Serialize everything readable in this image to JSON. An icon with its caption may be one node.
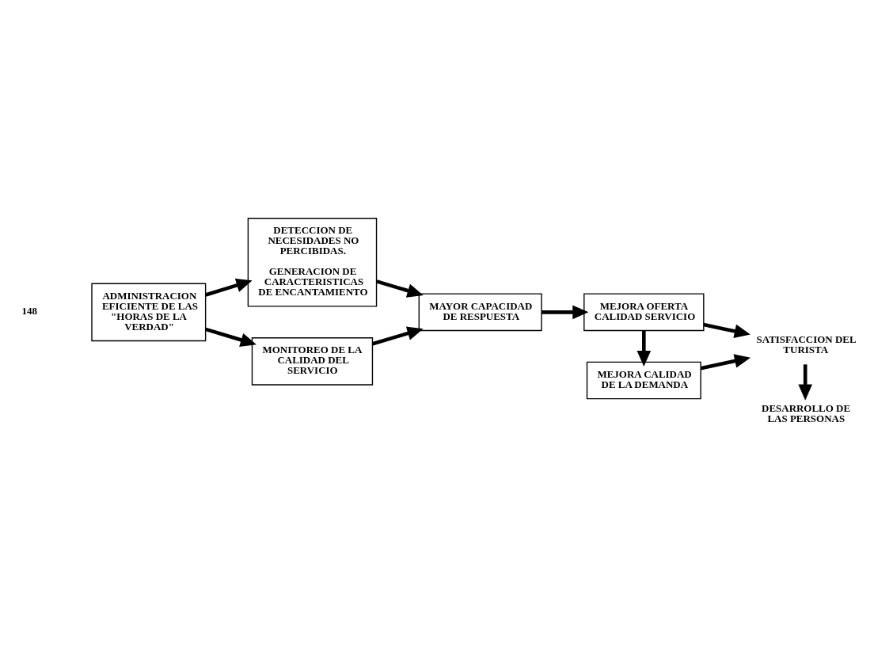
{
  "diagram": {
    "nodes": [
      {
        "text": [
          "ADMINISTRACION EFICIENTE DE LAS \"HORAS DE LA VERDAD\""
        ]
      },
      {
        "text": [
          "DETECCION DE NECESIDADES NO PERCIBIDAS.",
          "GENERACION DE CARACTERISTICAS DE ENCANTAMIENTO"
        ]
      },
      {
        "text": [
          "MONITOREO DE LA CALIDAD DEL SERVICIO"
        ]
      },
      {
        "text": [
          "MAYOR CAPACIDAD DE RESPUESTA"
        ]
      },
      {
        "text": [
          "MEJORA OFERTA CALIDAD SERVICIO"
        ]
      },
      {
        "text": [
          "MEJORA CALIDAD DE LA DEMANDA"
        ]
      },
      {
        "text": [
          "SATISFACCION DEL TURISTA"
        ]
      },
      {
        "text": [
          "DESARROLLO DE LAS PERSONAS"
        ]
      }
    ],
    "edges": [
      {
        "from": 0,
        "to": 1,
        "arrow": "to"
      },
      {
        "from": 0,
        "to": 2,
        "arrow": "to"
      },
      {
        "from": 1,
        "to": 3,
        "arrow": "to"
      },
      {
        "from": 2,
        "to": 3,
        "arrow": "to"
      },
      {
        "from": 3,
        "to": 4,
        "arrow": "to"
      },
      {
        "from": 4,
        "to": 5,
        "arrow": "to"
      },
      {
        "from": 4,
        "to": 6,
        "arrow": "to"
      },
      {
        "from": 5,
        "to": 6,
        "arrow": "to"
      },
      {
        "from": 6,
        "to": 7,
        "arrow": "to"
      }
    ],
    "labels": [
      "148"
    ]
  }
}
